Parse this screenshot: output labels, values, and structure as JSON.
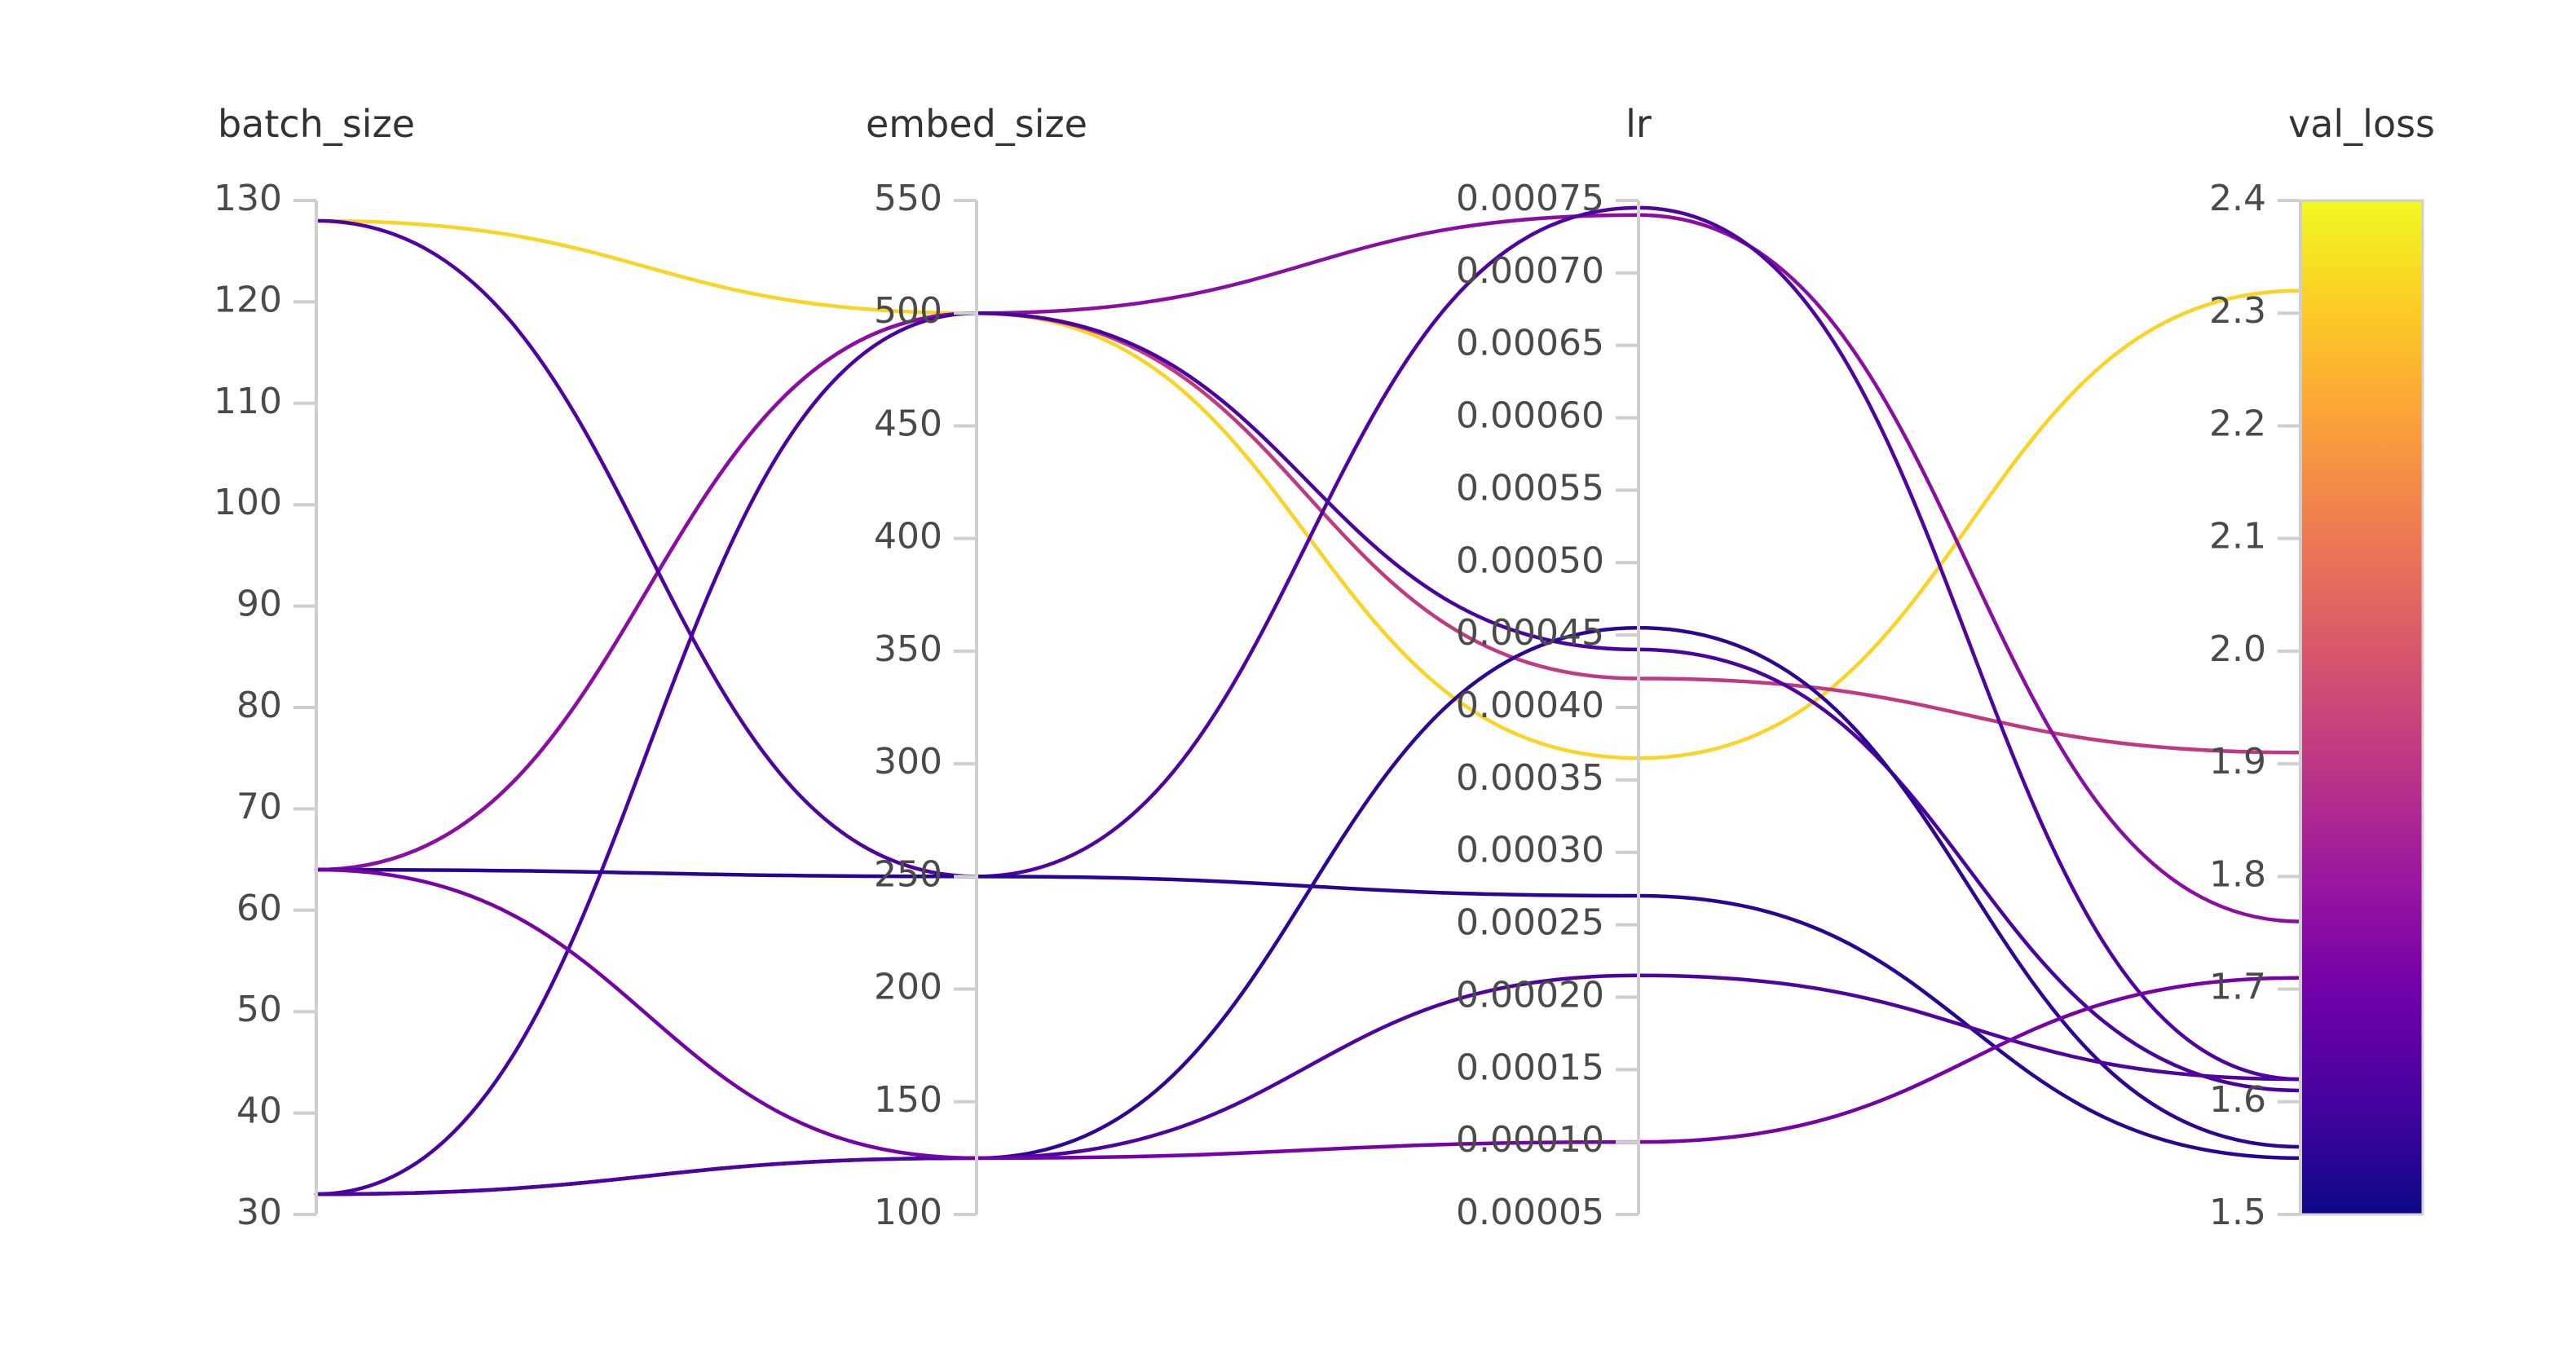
{
  "chart_data": {
    "type": "parallel_coordinates",
    "curve": "smooth",
    "axes": [
      {
        "key": "batch_size",
        "label": "batch_size",
        "range": [
          30,
          130
        ],
        "ticks": [
          30,
          40,
          50,
          60,
          70,
          80,
          90,
          100,
          110,
          120,
          130
        ],
        "tick_labels": [
          "30",
          "40",
          "50",
          "60",
          "70",
          "80",
          "90",
          "100",
          "110",
          "120",
          "130"
        ]
      },
      {
        "key": "embed_size",
        "label": "embed_size",
        "range": [
          100,
          550
        ],
        "ticks": [
          100,
          150,
          200,
          250,
          300,
          350,
          400,
          450,
          500,
          550
        ],
        "tick_labels": [
          "100",
          "150",
          "200",
          "250",
          "300",
          "350",
          "400",
          "450",
          "500",
          "550"
        ]
      },
      {
        "key": "lr",
        "label": "lr",
        "range": [
          5e-05,
          0.00075
        ],
        "ticks": [
          5e-05,
          0.0001,
          0.00015,
          0.0002,
          0.00025,
          0.0003,
          0.00035,
          0.0004,
          0.00045,
          0.0005,
          0.00055,
          0.0006,
          0.00065,
          0.0007,
          0.00075
        ],
        "tick_labels": [
          "0.00005",
          "0.00010",
          "0.00015",
          "0.00020",
          "0.00025",
          "0.00030",
          "0.00035",
          "0.00040",
          "0.00045",
          "0.00050",
          "0.00055",
          "0.00060",
          "0.00065",
          "0.00070",
          "0.00075"
        ]
      },
      {
        "key": "val_loss",
        "label": "val_loss",
        "range": [
          1.5,
          2.4
        ],
        "ticks": [
          1.5,
          1.6,
          1.7,
          1.8,
          1.9,
          2.0,
          2.1,
          2.2,
          2.3,
          2.4
        ],
        "tick_labels": [
          "1.5",
          "1.6",
          "1.7",
          "1.8",
          "1.9",
          "2.0",
          "2.1",
          "2.2",
          "2.3",
          "2.4"
        ]
      }
    ],
    "rows": [
      {
        "batch_size": 128,
        "embed_size": 500,
        "lr": 0.000365,
        "val_loss": 2.32
      },
      {
        "batch_size": 64,
        "embed_size": 500,
        "lr": 0.00042,
        "val_loss": 1.91
      },
      {
        "batch_size": 64,
        "embed_size": 500,
        "lr": 0.00074,
        "val_loss": 1.76
      },
      {
        "batch_size": 32,
        "embed_size": 500,
        "lr": 0.00044,
        "val_loss": 1.61
      },
      {
        "batch_size": 128,
        "embed_size": 250,
        "lr": 0.000745,
        "val_loss": 1.62
      },
      {
        "batch_size": 64,
        "embed_size": 250,
        "lr": 0.00027,
        "val_loss": 1.55
      },
      {
        "batch_size": 32,
        "embed_size": 125,
        "lr": 0.000455,
        "val_loss": 1.56
      },
      {
        "batch_size": 32,
        "embed_size": 125,
        "lr": 0.000215,
        "val_loss": 1.62
      },
      {
        "batch_size": 64,
        "embed_size": 125,
        "lr": 0.0001,
        "val_loss": 1.71
      }
    ],
    "colorscale": {
      "axis": "val_loss",
      "range": [
        1.5,
        2.4
      ],
      "stops": [
        [
          0.0,
          "#0d0887"
        ],
        [
          0.111,
          "#46039f"
        ],
        [
          0.222,
          "#7201a8"
        ],
        [
          0.333,
          "#9c179e"
        ],
        [
          0.444,
          "#bd3786"
        ],
        [
          0.556,
          "#d8576b"
        ],
        [
          0.667,
          "#ed7953"
        ],
        [
          0.778,
          "#fb9f3a"
        ],
        [
          0.889,
          "#fdca26"
        ],
        [
          1.0,
          "#f0f921"
        ]
      ]
    }
  }
}
